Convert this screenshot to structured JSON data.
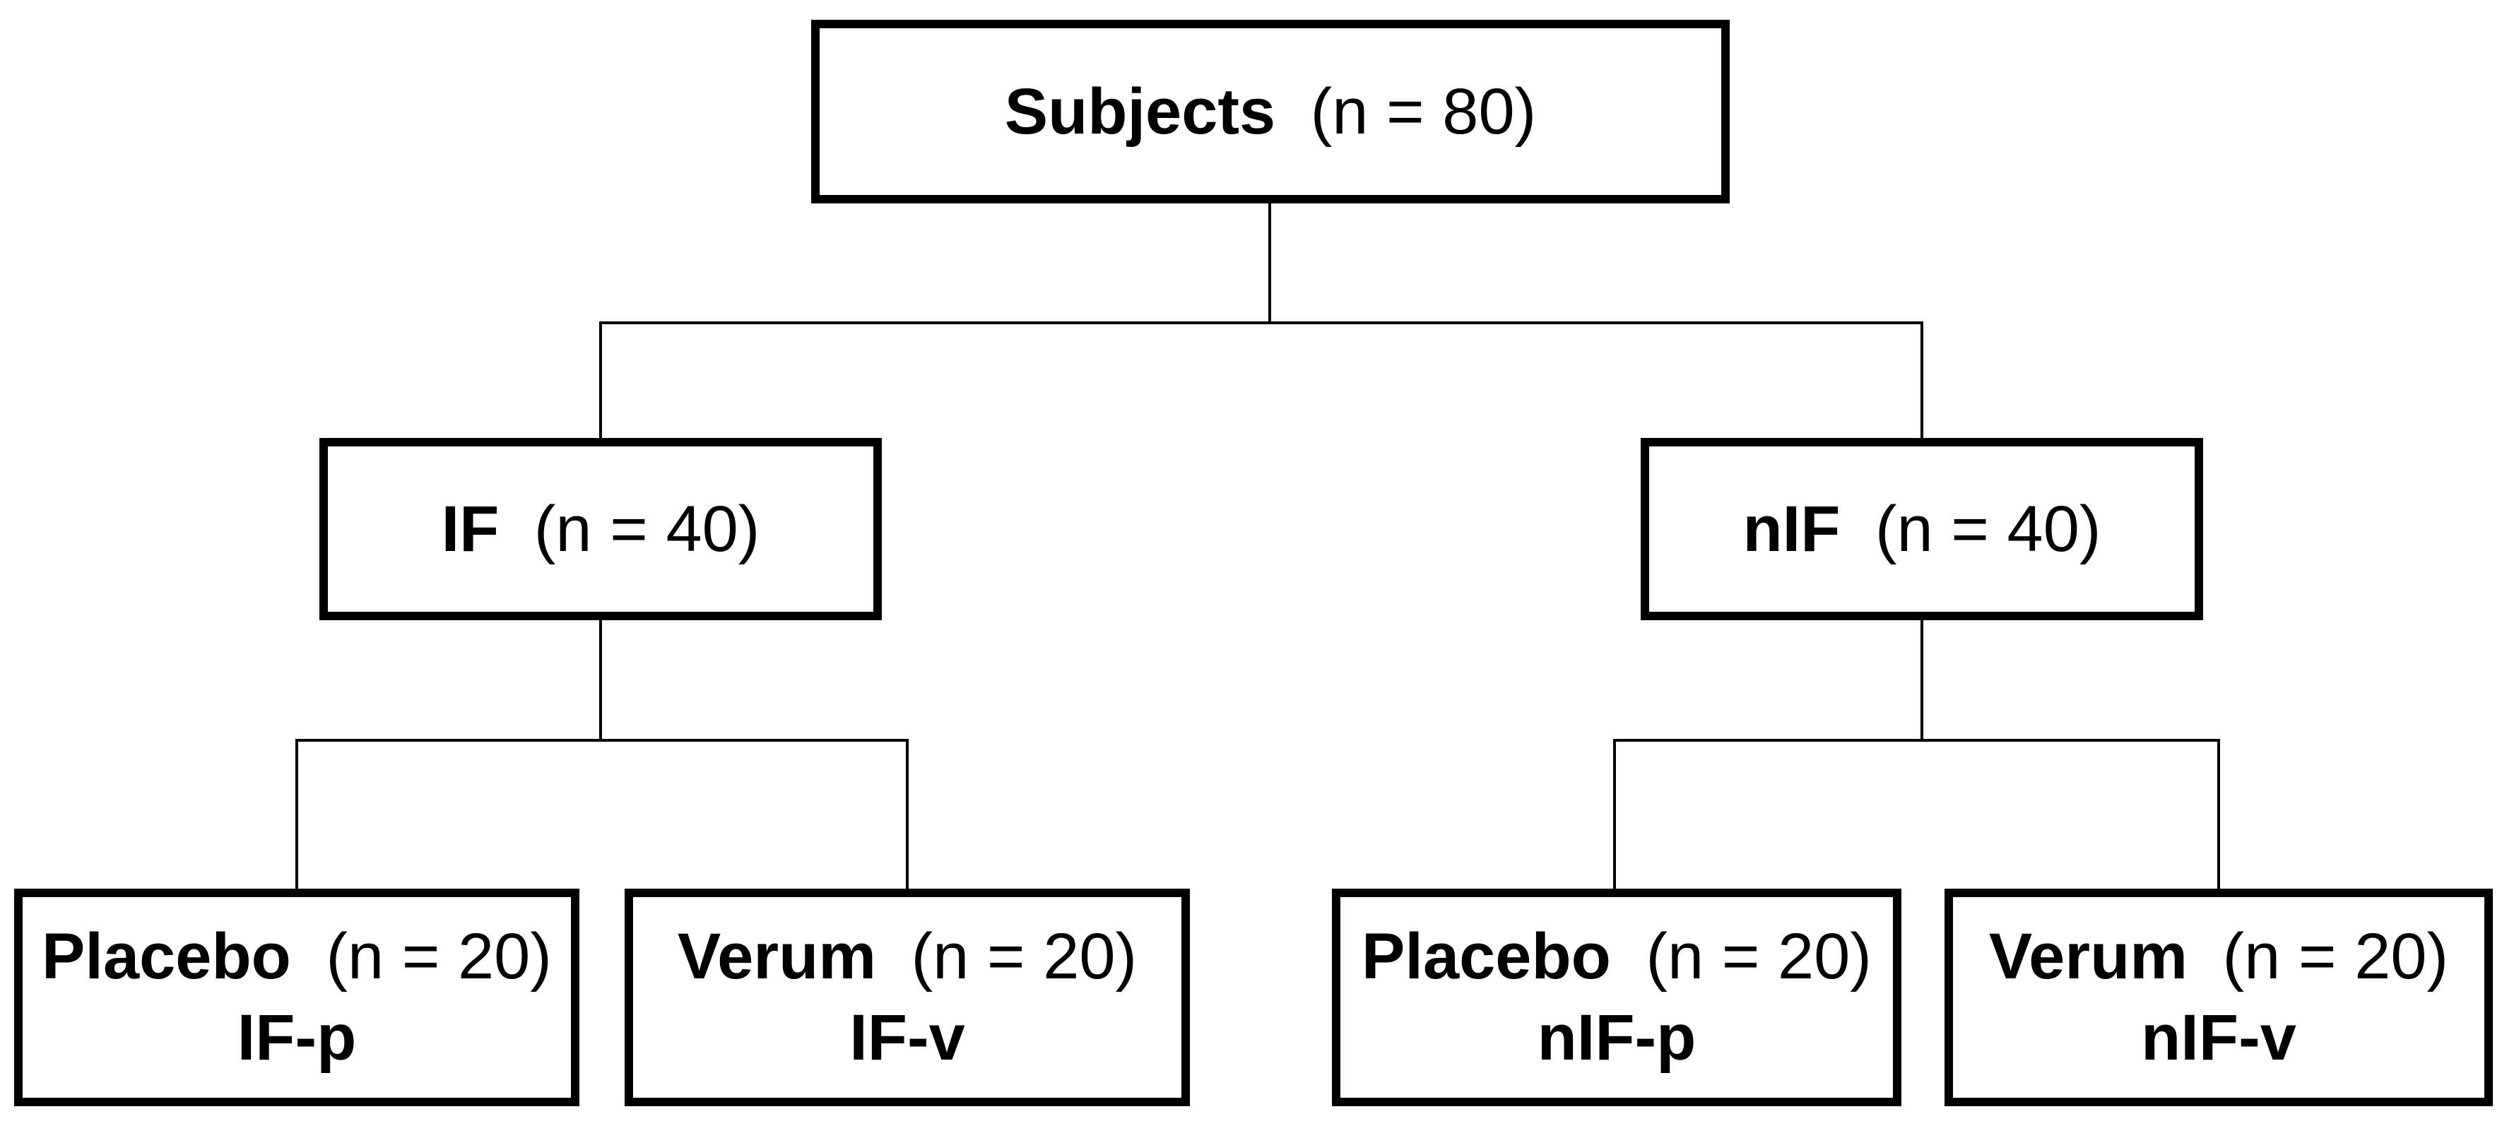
{
  "colors": {
    "line": "#000000",
    "text": "#000000",
    "background": "#ffffff"
  },
  "diagram": {
    "type": "study-flowchart",
    "nodes": {
      "root": {
        "name": "Subjects",
        "count": "(n = 80)"
      },
      "if": {
        "name": "IF",
        "count": "(n = 40)"
      },
      "nif": {
        "name": "nIF",
        "count": "(n = 40)"
      },
      "if_p": {
        "name": "Placebo",
        "count": "(n = 20)",
        "code": "IF-p"
      },
      "if_v": {
        "name": "Verum",
        "count": "(n = 20)",
        "code": "IF-v"
      },
      "nif_p": {
        "name": "Placebo",
        "count": "(n = 20)",
        "code": "nIF-p"
      },
      "nif_v": {
        "name": "Verum",
        "count": "(n = 20)",
        "code": "nIF-v"
      }
    },
    "edges": [
      [
        "root",
        "if"
      ],
      [
        "root",
        "nif"
      ],
      [
        "if",
        "if_p"
      ],
      [
        "if",
        "if_v"
      ],
      [
        "nif",
        "nif_p"
      ],
      [
        "nif",
        "nif_v"
      ]
    ]
  }
}
